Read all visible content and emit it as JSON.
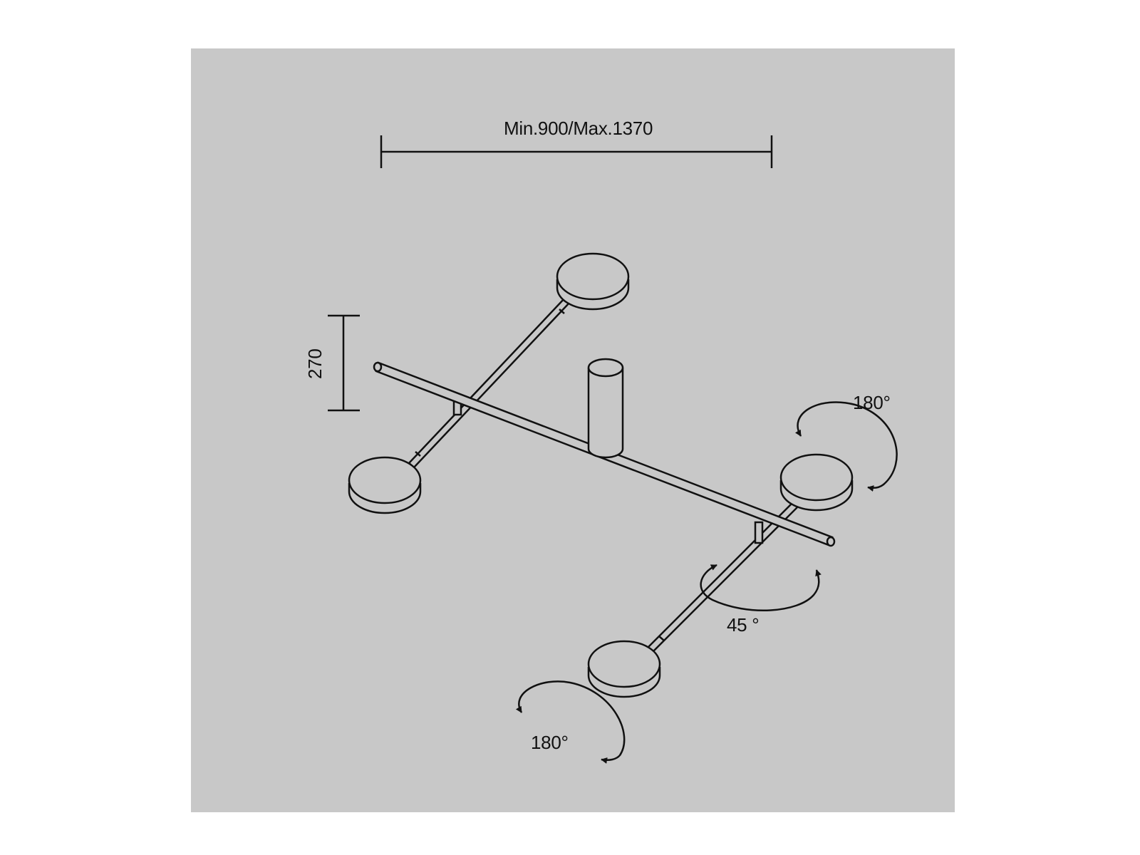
{
  "colors": {
    "background": "#c8c8c8",
    "outer_background": "#ffffff",
    "line": "#111111"
  },
  "dimensions": {
    "width_label": "Min.900/Max.1370",
    "height_label": "270"
  },
  "rotations": {
    "top_right_label": "180°",
    "tilt_label": "45 °",
    "bottom_label": "180°"
  }
}
